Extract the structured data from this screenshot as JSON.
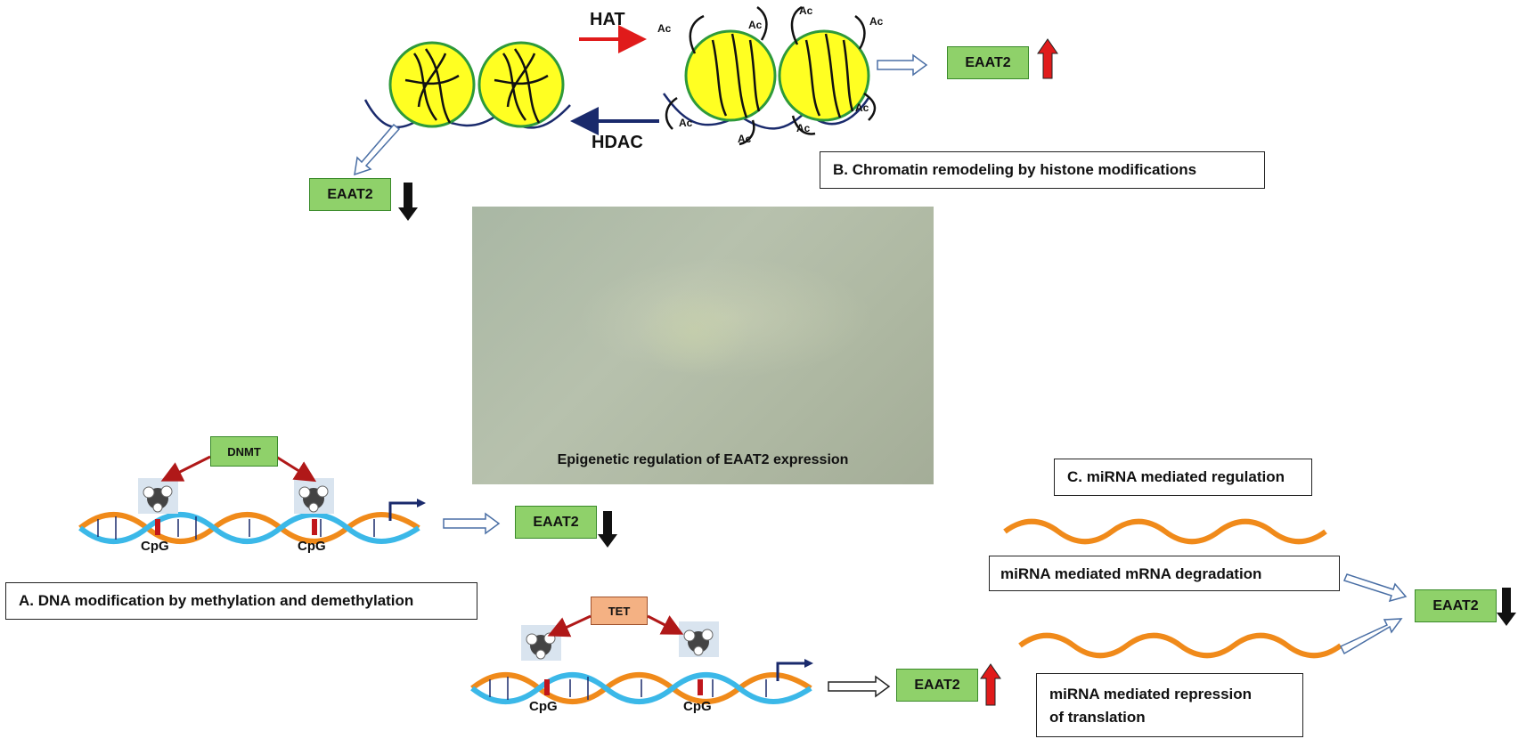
{
  "title": "Epigenetic regulation of EAAT2 expression",
  "gene_label": "EAAT2",
  "sections": {
    "a_label": "A. DNA modification by methylation and demethylation",
    "b_label": "B. Chromatin remodeling by histone modifications",
    "c_label": "C. miRNA mediated regulation"
  },
  "enzymes": {
    "hat": "HAT",
    "hdac": "HDAC",
    "dnmt": "DNMT",
    "tet": "TET"
  },
  "marks": {
    "acetyl": "Ac",
    "cpg": "CpG"
  },
  "mirna": {
    "degradation": "miRNA mediated  mRNA degradation",
    "repression_line1": "miRNA  mediated  repression",
    "repression_line2": "of  translation"
  },
  "colors": {
    "gene_box": "#8fd16a",
    "up_arrow": "#e01b1b",
    "down_arrow": "#111111",
    "hat_arrow": "#e01b1b",
    "hdac_arrow": "#1a2a6c",
    "nucleosome": "#ffff22",
    "nucleosome_rim": "#2e9a3a",
    "tet_box": "#f4b183",
    "dnmt_box": "#8fd16a",
    "enzyme_arrow": "#b01818",
    "mirna_strand": "#f08a1a"
  }
}
